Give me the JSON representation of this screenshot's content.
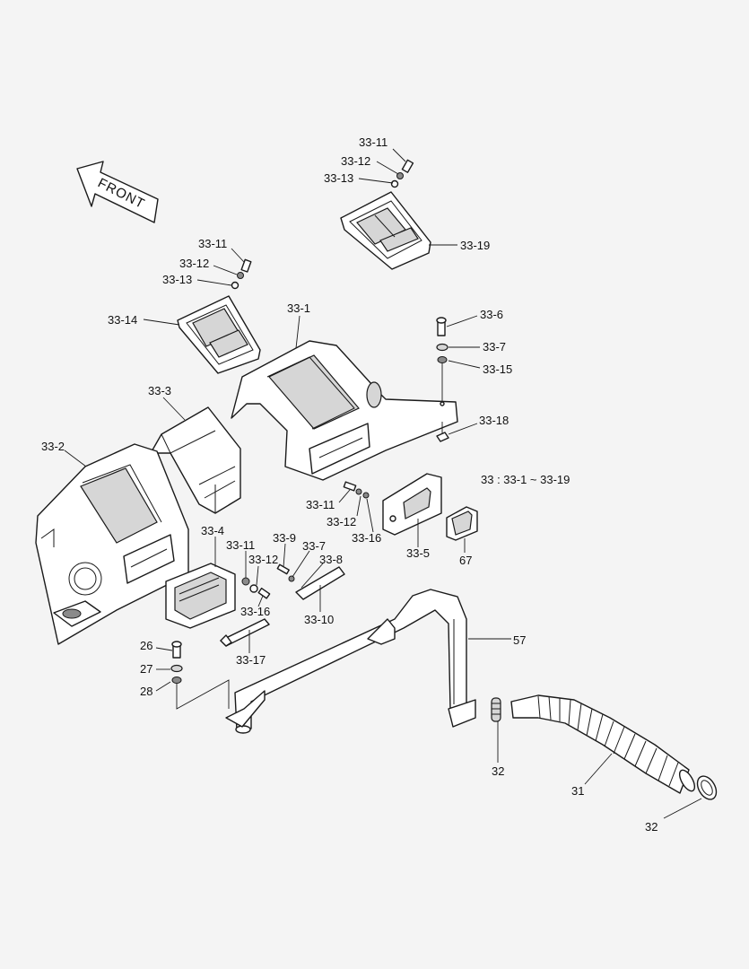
{
  "direction_label": "FRONT",
  "assembly_note": "33 : 33-1 ~ 33-19",
  "labels": {
    "l_33_11_a": "33-11",
    "l_33_12_a": "33-12",
    "l_33_13_a": "33-13",
    "l_33_19": "33-19",
    "l_33_11_b": "33-11",
    "l_33_12_b": "33-12",
    "l_33_13_b": "33-13",
    "l_33_14": "33-14",
    "l_33_1": "33-1",
    "l_33_6": "33-6",
    "l_33_7_a": "33-7",
    "l_33_15": "33-15",
    "l_33_18": "33-18",
    "l_33_3": "33-3",
    "l_33_2": "33-2",
    "l_33_11_c": "33-11",
    "l_33_12_c": "33-12",
    "l_33_16_a": "33-16",
    "l_33_5": "33-5",
    "l_67": "67",
    "l_33_4": "33-4",
    "l_33_11_d": "33-11",
    "l_33_12_d": "33-12",
    "l_33_16_b": "33-16",
    "l_33_9": "33-9",
    "l_33_7_b": "33-7",
    "l_33_8": "33-8",
    "l_33_10": "33-10",
    "l_33_17": "33-17",
    "l_57": "57",
    "l_26": "26",
    "l_27": "27",
    "l_28": "28",
    "l_32_a": "32",
    "l_31": "31",
    "l_32_b": "32"
  }
}
